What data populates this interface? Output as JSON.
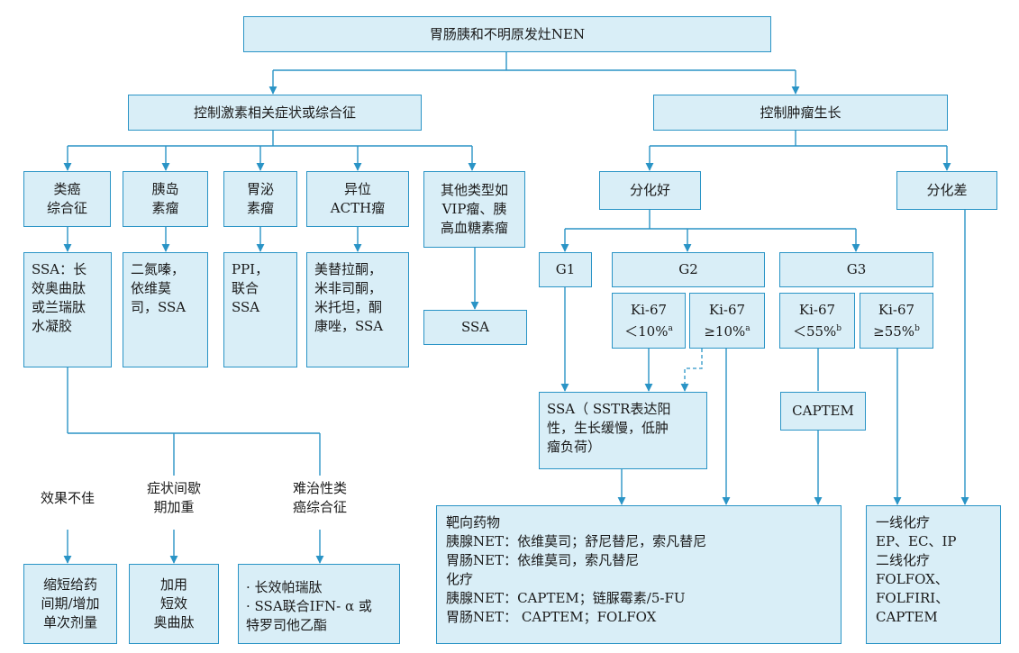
{
  "root": "胃肠胰和不明原发灶NEN",
  "left_branch": "控制激素相关症状或综合征",
  "right_branch": "控制肿瘤生长",
  "syndromes": [
    [
      "类癌",
      "综合征"
    ],
    [
      "胰岛",
      "素瘤"
    ],
    [
      "胃泌",
      "素瘤"
    ],
    [
      "异位",
      "ACTH瘤"
    ],
    [
      "其他类型如",
      "VIP瘤、胰",
      "高血糖素瘤"
    ]
  ],
  "treatments": [
    [
      "SSA：长",
      "效奥曲肽",
      "或兰瑞肽",
      "水凝胶"
    ],
    [
      "二氮嗪，",
      "依维莫",
      "司，SSA"
    ],
    [
      "PPI，",
      "联合",
      "SSA"
    ],
    [
      "美替拉酮，",
      "米非司酮，",
      "米托坦，酮",
      "康唑，SSA"
    ],
    [
      "SSA"
    ]
  ],
  "outcomes": [
    [
      "效果不佳"
    ],
    [
      "症状间歇",
      "期加重"
    ],
    [
      "难治性类",
      "癌综合征"
    ]
  ],
  "outcome_actions": [
    [
      "缩短给药",
      "间期/增加",
      "单次剂量"
    ],
    [
      "加用",
      "短效",
      "奥曲肽"
    ],
    [
      "· 长效帕瑞肽",
      "· SSA联合IFN- α 或",
      "特罗司他乙酯"
    ]
  ],
  "diff_good": "分化好",
  "diff_poor": "分化差",
  "grades": {
    "g1": "G1",
    "g2": "G2",
    "g3": "G3"
  },
  "ki67": [
    {
      "line1": "Ki-67",
      "line2": "＜10%",
      "sup": "a"
    },
    {
      "line1": "Ki-67",
      "line2": "≥10%",
      "sup": "a"
    },
    {
      "line1": "Ki-67",
      "line2": "＜55%",
      "sup": "b"
    },
    {
      "line1": "Ki-67",
      "line2": "≥55%",
      "sup": "b"
    }
  ],
  "ssa_sstr": [
    "SSA（ SSTR表达阳",
    "性，生长缓慢，低肿",
    "瘤负荷）"
  ],
  "captem": "CAPTEM",
  "targeted_block": [
    "靶向药物",
    "胰腺NET：依维莫司；舒尼替尼，索凡替尼",
    "胃肠NET：依维莫司，索凡替尼",
    "化疗",
    "胰腺NET：CAPTEM；链脲霉素/5-FU",
    "胃肠NET： CAPTEM；FOLFOX"
  ],
  "chemo_block": [
    "一线化疗",
    "EP、EC、IP",
    "二线化疗",
    "FOLFOX、",
    "FOLFIRI、",
    "CAPTEM"
  ],
  "colors": {
    "box_fill": "#d9eef7",
    "stroke": "#2a94c6"
  }
}
